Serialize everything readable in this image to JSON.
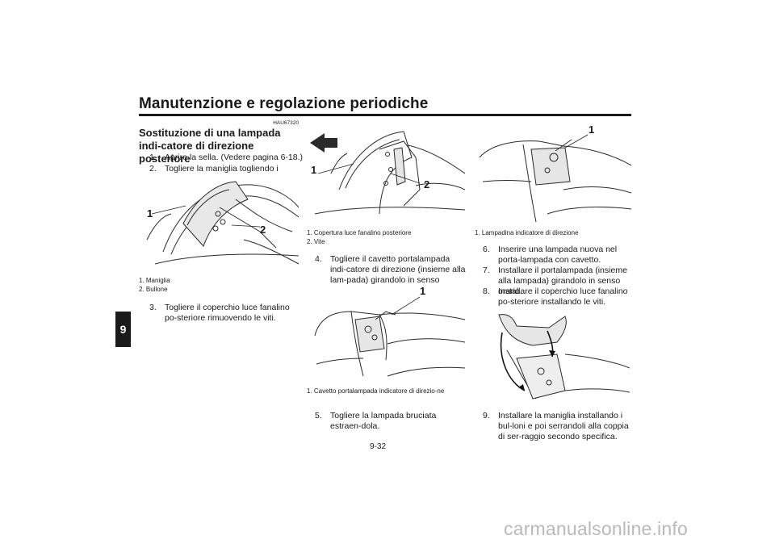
{
  "header": {
    "title": "Manutenzione e regolazione periodiche",
    "chapter_tab": "9"
  },
  "section": {
    "code": "HAU67320",
    "heading": "Sostituzione di una lampada indi-catore di direzione posteriore"
  },
  "column1": {
    "steps": [
      {
        "num": "1.",
        "text": "Aprire la sella. (Vedere pagina 6-18.)"
      },
      {
        "num": "2.",
        "text": "Togliere la maniglia togliendo i bulloni."
      }
    ],
    "figure": {
      "callouts": [
        "1",
        "2"
      ],
      "captions": [
        "1. Maniglia",
        "2. Bullone"
      ]
    },
    "step3": {
      "num": "3.",
      "text": "Togliere il coperchio luce fanalino po-steriore rimuovendo le viti."
    }
  },
  "column2": {
    "figure1": {
      "callouts": [
        "1",
        "2"
      ],
      "captions": [
        "1. Copertura luce fanalino posteriore",
        "2. Vite"
      ]
    },
    "step4": {
      "num": "4.",
      "text": "Togliere il cavetto portalampada indi-catore di direzione (insieme alla lam-pada) girandolo in senso antiorario."
    },
    "figure2": {
      "callouts": [
        "1"
      ],
      "captions": [
        "1. Cavetto portalampada indicatore di direzio-ne"
      ]
    },
    "step5": {
      "num": "5.",
      "text": "Togliere la lampada bruciata estraen-dola."
    }
  },
  "column3": {
    "figure1": {
      "callouts": [
        "1"
      ],
      "captions": [
        "1. Lampadina indicatore di direzione"
      ]
    },
    "steps": [
      {
        "num": "6.",
        "text": "Inserire una lampada nuova nel porta-lampada con cavetto."
      },
      {
        "num": "7.",
        "text": "Installare il portalampada (insieme alla lampada) girandolo in senso orario."
      },
      {
        "num": "8.",
        "text": "Installare il coperchio luce fanalino po-steriore installando le viti."
      }
    ],
    "step9": {
      "num": "9.",
      "text": "Installare la maniglia installando i bul-loni e poi serrandoli alla coppia di ser-raggio secondo specifica."
    }
  },
  "footer": {
    "page_number": "9-32",
    "watermark": "carmanualsonline.info"
  }
}
